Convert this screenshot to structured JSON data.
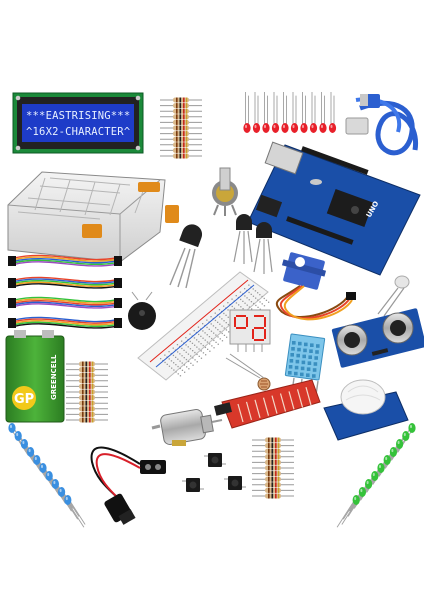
{
  "lcd": {
    "line1": "***EASTRISING***",
    "line2": "^16X2-CHARACTER^"
  },
  "arduino": {
    "label": "UNO"
  },
  "battery": {
    "brand": "GP",
    "line1": "GREENCELL"
  },
  "colors": {
    "lcd_blue": "#1e3cc8",
    "pcb_blue": "#1a4fa8",
    "battery_green": "#3d9a2e",
    "led_red": "#e8202a",
    "led_blue": "#3a8fe0",
    "led_green": "#35c23a",
    "water_sensor_red": "#d8382a",
    "dht_blue": "#7ec6ea"
  },
  "items": [
    "lcd-16x2",
    "resistor-pack",
    "red-led-pack",
    "usb-cable",
    "component-box",
    "potentiometer",
    "arduino-uno",
    "jumper-wires",
    "transistors",
    "servo-motor",
    "ir-sensor",
    "buzzer",
    "breadboard",
    "seven-segment-display",
    "ultrasonic-sensor",
    "9v-battery",
    "ldr",
    "dht11-sensor",
    "water-level-sensor",
    "pir-sensor",
    "dc-motor",
    "battery-snap",
    "push-buttons",
    "blue-led-pack",
    "green-led-pack"
  ]
}
